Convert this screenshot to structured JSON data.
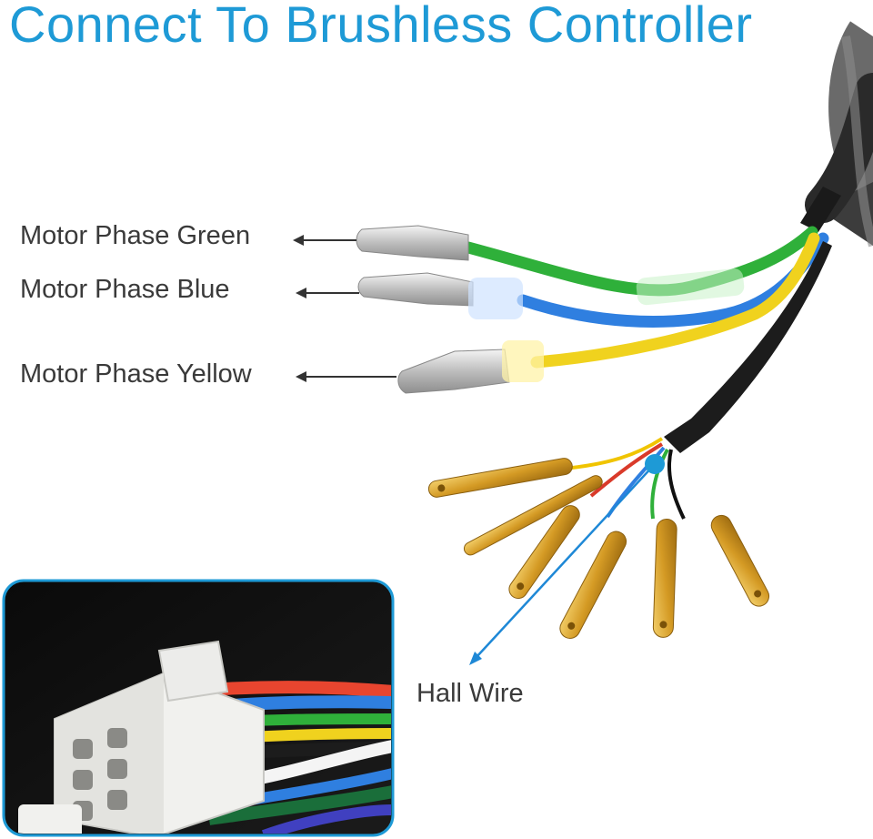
{
  "title": "Connect To Brushless Controller",
  "labels": {
    "phase_green": "Motor Phase Green",
    "phase_blue": "Motor Phase Blue",
    "phase_yellow": "Motor Phase Yellow",
    "hall_wire": "Hall Wire"
  },
  "colors": {
    "title": "#1e9ad6",
    "label_text": "#3a3a3a",
    "arrow": "#333333",
    "hall_arrow": "#1e88d6",
    "wire_green": "#2fb03a",
    "wire_blue": "#2f7fe0",
    "wire_yellow": "#f0d21e",
    "cable": "#4a4a4a",
    "terminal_brass": "#d9a632",
    "bullet_silver": "#cfcfcf"
  },
  "icons": {
    "arrow": "left-arrow",
    "hall_marker": "blue-dot"
  }
}
